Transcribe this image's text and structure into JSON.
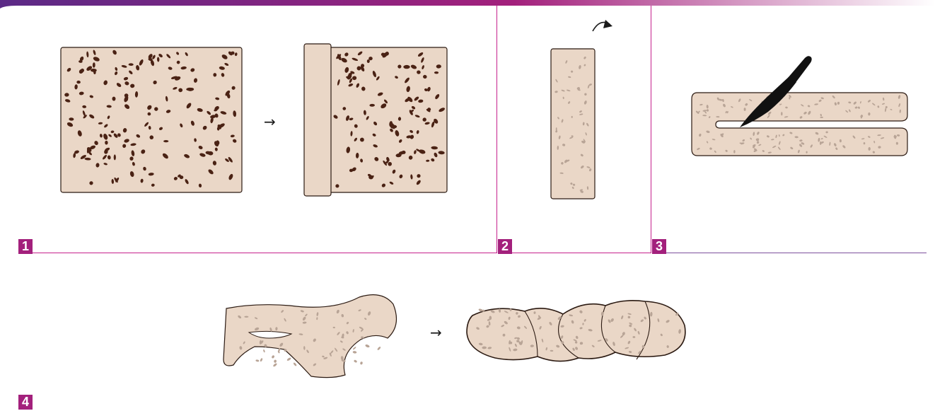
{
  "header": {
    "gradient_start": "#5b2a86",
    "gradient_mid": "#a3207c",
    "gradient_end": "#ffffff"
  },
  "colors": {
    "dough": "#ead7c7",
    "dough_outline": "#2b1a12",
    "chocolate": "#4a2214",
    "speckle": "#b8a496",
    "accent": "#a3207c",
    "divider": "#c6218d",
    "knife": "#111111"
  },
  "steps": [
    {
      "number": "1",
      "icon": "dough-roll-icon"
    },
    {
      "number": "2",
      "icon": "dough-log-icon"
    },
    {
      "number": "3",
      "icon": "knife-cut-icon"
    },
    {
      "number": "4",
      "icon": "braid-twist-icon"
    }
  ],
  "arrows": {
    "step1": "→",
    "step4": "→"
  }
}
